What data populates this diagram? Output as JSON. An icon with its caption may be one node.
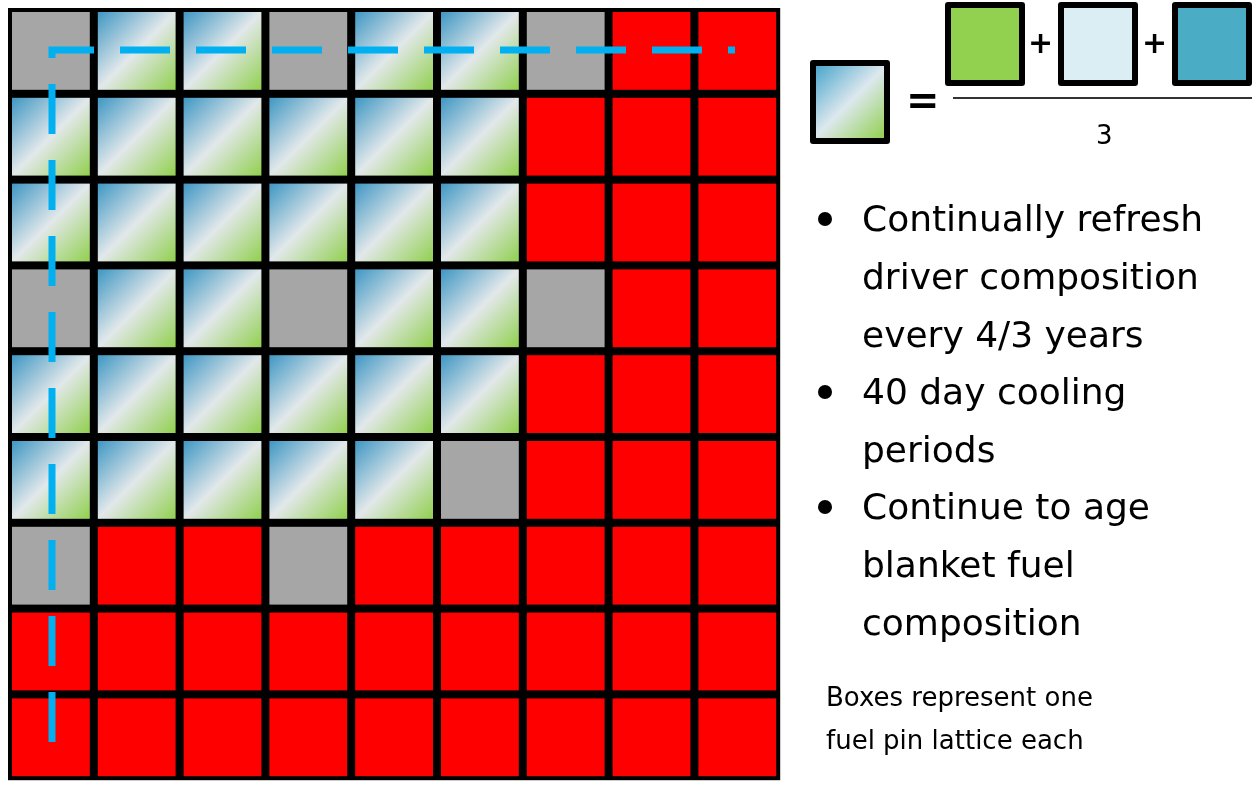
{
  "diagram": {
    "labels": [
      "+",
      "+",
      "=",
      "3",
      "Continually refresh driver composition every 4/3 years",
      "40 day cooling periods",
      "Continue to age blanket fuel composition",
      "Boxes represent one fuel pin lattice each"
    ]
  }
}
